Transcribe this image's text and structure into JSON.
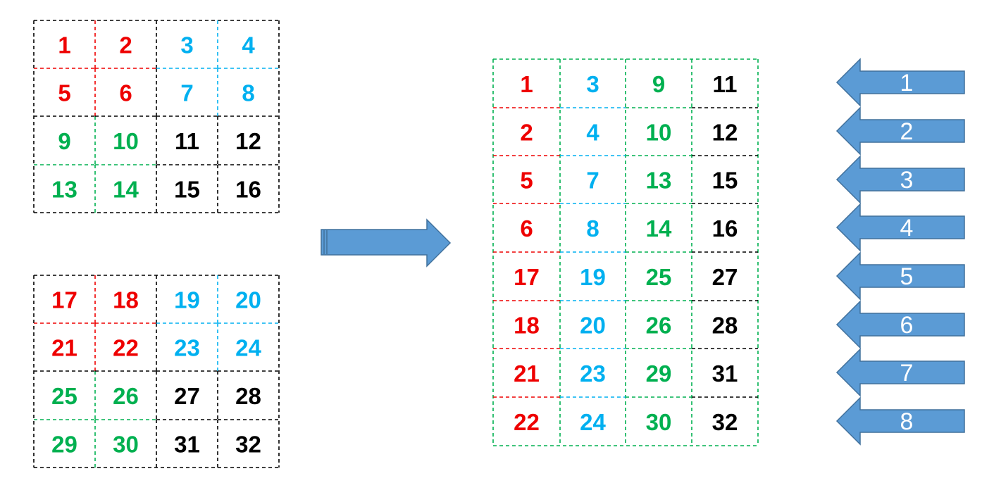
{
  "colors": {
    "red": "#ee0000",
    "blue": "#00b0f0",
    "green": "#00b050",
    "black": "#000000",
    "arrow_fill": "#5b9bd5",
    "arrow_stroke": "#41719c"
  },
  "source_blocks": [
    {
      "cells": [
        [
          {
            "v": "1",
            "c": "red"
          },
          {
            "v": "2",
            "c": "red"
          },
          {
            "v": "3",
            "c": "blue"
          },
          {
            "v": "4",
            "c": "blue"
          }
        ],
        [
          {
            "v": "5",
            "c": "red"
          },
          {
            "v": "6",
            "c": "red"
          },
          {
            "v": "7",
            "c": "blue"
          },
          {
            "v": "8",
            "c": "blue"
          }
        ],
        [
          {
            "v": "9",
            "c": "green"
          },
          {
            "v": "10",
            "c": "green"
          },
          {
            "v": "11",
            "c": "black"
          },
          {
            "v": "12",
            "c": "black"
          }
        ],
        [
          {
            "v": "13",
            "c": "green"
          },
          {
            "v": "14",
            "c": "green"
          },
          {
            "v": "15",
            "c": "black"
          },
          {
            "v": "16",
            "c": "black"
          }
        ]
      ]
    },
    {
      "cells": [
        [
          {
            "v": "17",
            "c": "red"
          },
          {
            "v": "18",
            "c": "red"
          },
          {
            "v": "19",
            "c": "blue"
          },
          {
            "v": "20",
            "c": "blue"
          }
        ],
        [
          {
            "v": "21",
            "c": "red"
          },
          {
            "v": "22",
            "c": "red"
          },
          {
            "v": "23",
            "c": "blue"
          },
          {
            "v": "24",
            "c": "blue"
          }
        ],
        [
          {
            "v": "25",
            "c": "green"
          },
          {
            "v": "26",
            "c": "green"
          },
          {
            "v": "27",
            "c": "black"
          },
          {
            "v": "28",
            "c": "black"
          }
        ],
        [
          {
            "v": "29",
            "c": "green"
          },
          {
            "v": "30",
            "c": "green"
          },
          {
            "v": "31",
            "c": "black"
          },
          {
            "v": "32",
            "c": "black"
          }
        ]
      ]
    }
  ],
  "result_grid": {
    "column_colors": [
      "red",
      "blue",
      "green",
      "black"
    ],
    "rows": [
      [
        "1",
        "3",
        "9",
        "11"
      ],
      [
        "2",
        "4",
        "10",
        "12"
      ],
      [
        "5",
        "7",
        "13",
        "15"
      ],
      [
        "6",
        "8",
        "14",
        "16"
      ],
      [
        "17",
        "19",
        "25",
        "27"
      ],
      [
        "18",
        "20",
        "26",
        "28"
      ],
      [
        "21",
        "23",
        "29",
        "31"
      ],
      [
        "22",
        "24",
        "30",
        "32"
      ]
    ]
  },
  "row_arrows": [
    "1",
    "2",
    "3",
    "4",
    "5",
    "6",
    "7",
    "8"
  ]
}
